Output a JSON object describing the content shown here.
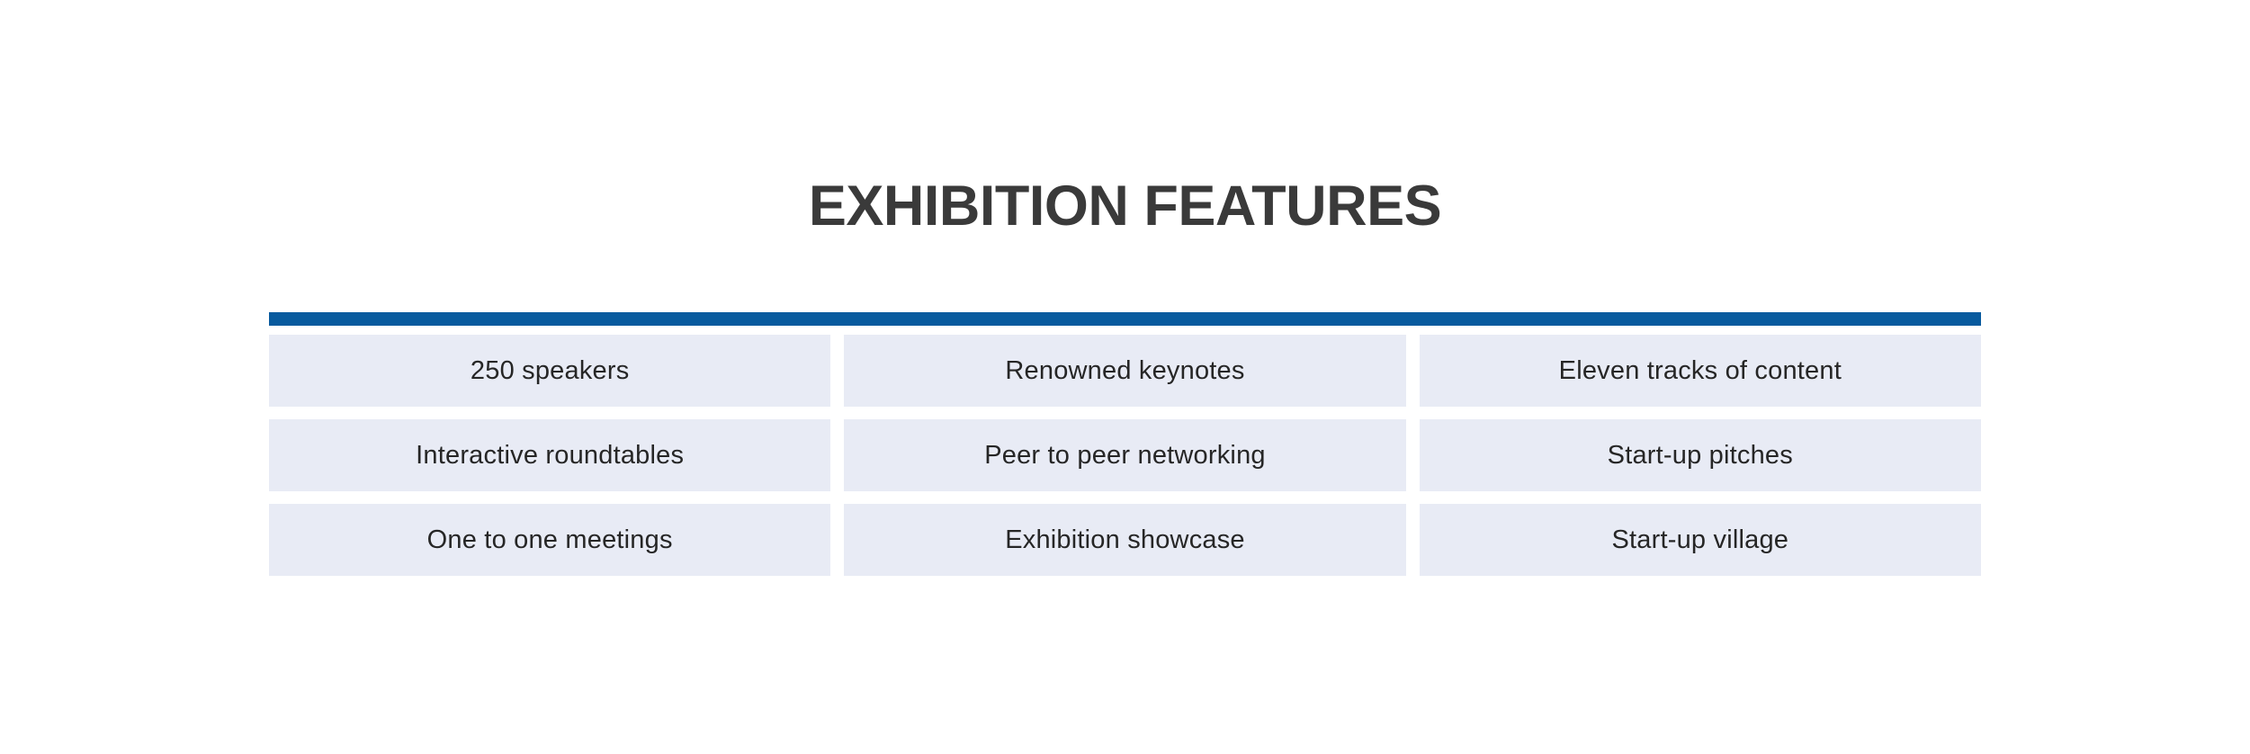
{
  "page": {
    "background_color": "#ffffff"
  },
  "header": {
    "title": "EXHIBITION FEATURES",
    "title_color": "#3a3a3a"
  },
  "features": {
    "accent_bar_color": "#075a9e",
    "cell_background_color": "#e8ebf5",
    "cell_text_color": "#262626",
    "rows": [
      [
        "250 speakers",
        "Renowned keynotes",
        "Eleven tracks of content"
      ],
      [
        "Interactive roundtables",
        "Peer to peer networking",
        "Start-up pitches"
      ],
      [
        "One to one meetings",
        "Exhibition showcase",
        "Start-up village"
      ]
    ]
  }
}
